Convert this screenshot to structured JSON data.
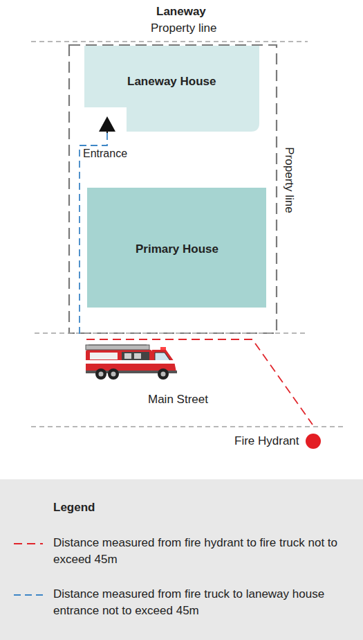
{
  "diagram": {
    "nodes": [
      {
        "text": [
          "Laneway House"
        ]
      },
      {
        "text": [
          "Primary House"
        ]
      }
    ],
    "labels": [
      "Laneway",
      "Property line",
      "Entrance",
      "Property line",
      "Main Street",
      "Fire Hydrant",
      "Legend"
    ],
    "legend": [
      {
        "text": "Distance measured from fire hydrant to fire truck not to exceed 45m"
      },
      {
        "text": "Distance measured from fire truck to laneway house entrance not to exceed 45m"
      }
    ]
  }
}
